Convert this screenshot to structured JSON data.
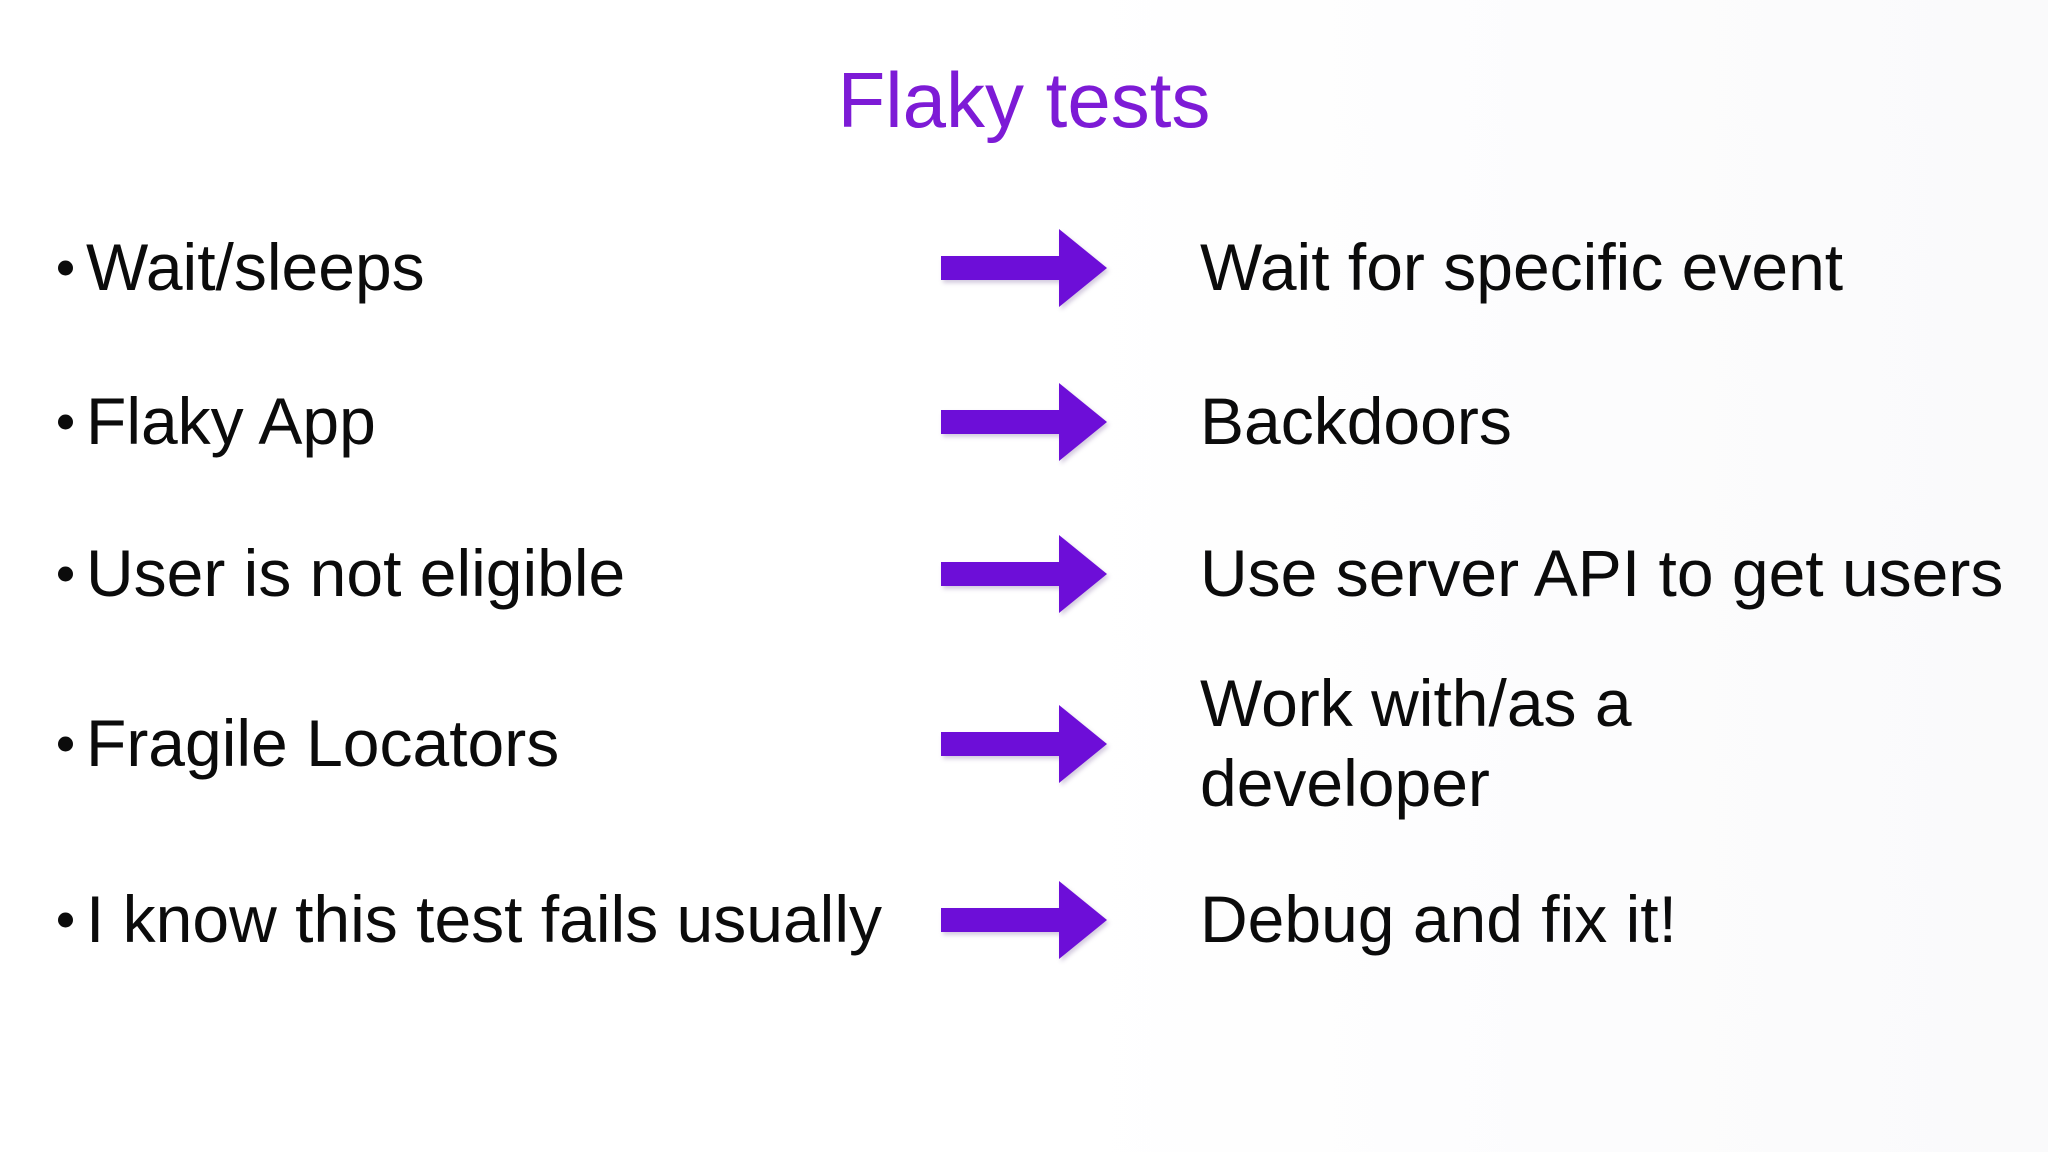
{
  "slide": {
    "title": "Flaky tests"
  },
  "colors": {
    "title": "#7d1bd6",
    "arrow": "#6d0ed8",
    "text": "#0b0b0b",
    "background": "#ffffff"
  },
  "icons": {
    "bullet": "round-dot",
    "arrow": "block-arrow-right"
  },
  "rows": [
    {
      "problem": "Wait/sleeps",
      "solution": "Wait for specific event"
    },
    {
      "problem": "Flaky App",
      "solution": "Backdoors"
    },
    {
      "problem": "User is not eligible",
      "solution": "Use server API to get users"
    },
    {
      "problem": "Fragile Locators",
      "solution": "Work with/as a\ndeveloper"
    },
    {
      "problem": "I know this test fails usually",
      "solution": "Debug and fix it!"
    }
  ]
}
